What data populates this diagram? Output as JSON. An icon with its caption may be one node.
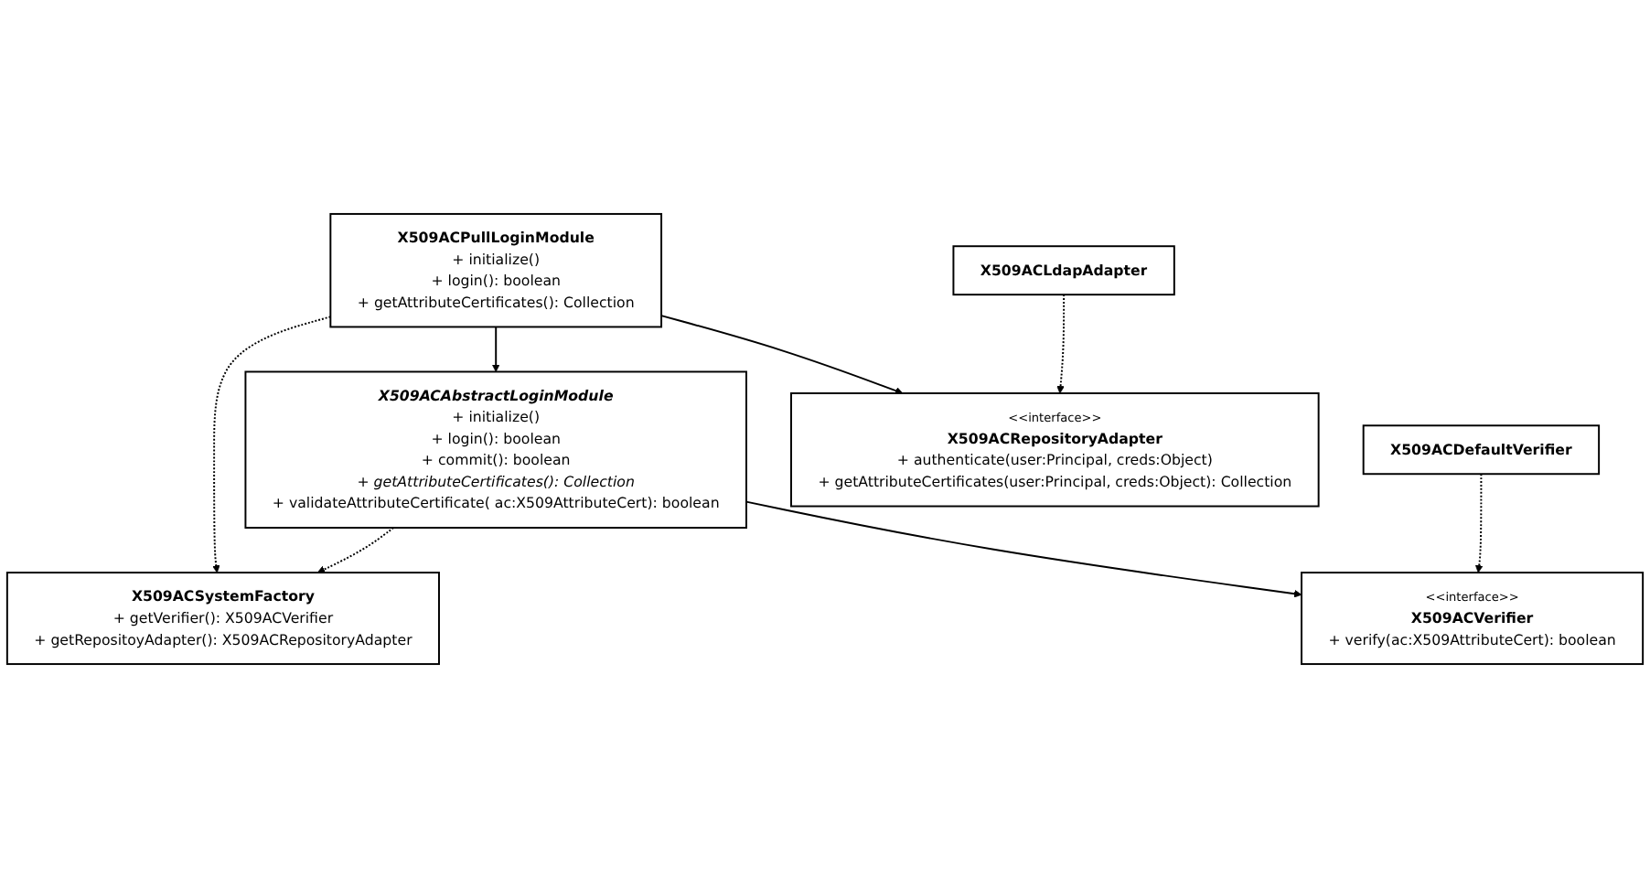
{
  "diagram": {
    "nodes": [
      {
        "text": [
          "X509ACAbstractLoginModule",
          "+ initialize()",
          "+ login(): boolean",
          "+ commit(): boolean",
          "+ getAttributeCertificates(): Collection",
          "+ validateAttributeCertificate( ac:X509AttributeCert): boolean"
        ]
      },
      {
        "text": [
          "<<interface>>",
          "X509ACVerifier",
          "+ verify(ac:X509AttributeCert): boolean"
        ]
      },
      {
        "text": [
          "X509ACDefaultVerifier"
        ]
      },
      {
        "text": [
          "X509ACPullLoginModule",
          "+ initialize()",
          "+ login(): boolean",
          "+ getAttributeCertificates(): Collection"
        ]
      },
      {
        "text": [
          "<<interface>>",
          "X509ACRepositoryAdapter",
          "+ authenticate(user:Principal, creds:Object)",
          "+ getAttributeCertificates(user:Principal, creds:Object): Collection"
        ]
      },
      {
        "text": [
          "X509ACLdapAdapter"
        ]
      },
      {
        "text": [
          "X509ACSystemFactory",
          "+ getVerifier(): X509ACVerifier",
          "+ getRepositoyAdapter(): X509ACRepositoryAdapter"
        ]
      }
    ],
    "edges": [
      {
        "from": 0,
        "to": 1,
        "arrow": "to"
      },
      {
        "from": 2,
        "to": 1,
        "arrow": "to",
        "style": "dashed"
      },
      {
        "from": 3,
        "to": 0,
        "arrow": "to"
      },
      {
        "from": 3,
        "to": 4,
        "arrow": "to"
      },
      {
        "from": 5,
        "to": 4,
        "arrow": "to",
        "style": "dashed"
      },
      {
        "from": 3,
        "to": 6,
        "arrow": "to",
        "style": "dashed"
      },
      {
        "from": 0,
        "to": 6,
        "arrow": "to",
        "style": "dashed"
      }
    ]
  }
}
